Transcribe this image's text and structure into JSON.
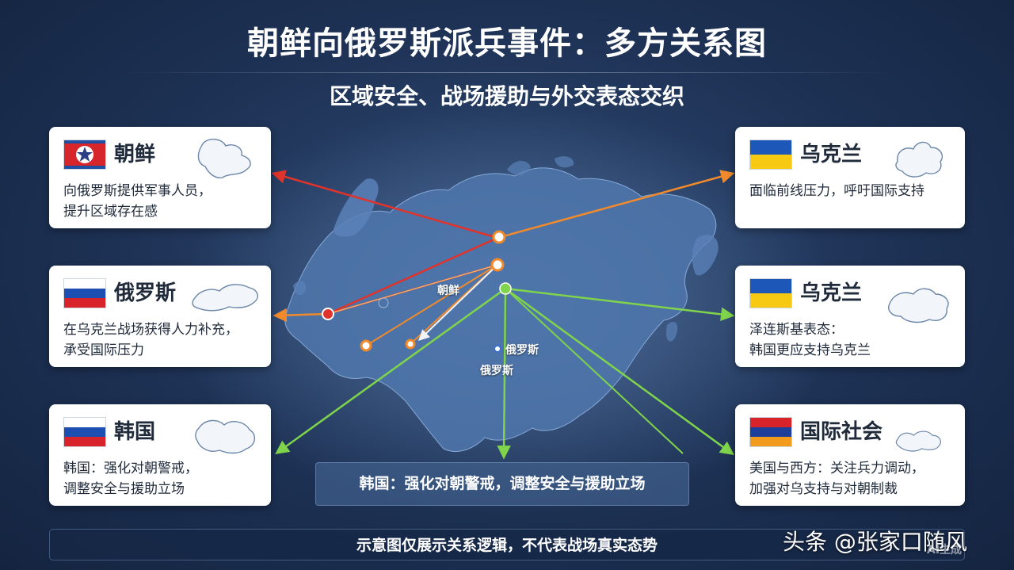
{
  "header": {
    "title": "朝鲜向俄罗斯派兵事件：多方关系图",
    "subtitle": "区域安全、战场援助与外交表态交织"
  },
  "cards_left": [
    {
      "name": "朝鲜",
      "desc_line1": "向俄罗斯提供军事人员，",
      "desc_line2": "提升区域存在感",
      "flag": "north-korea-flag"
    },
    {
      "name": "俄罗斯",
      "desc_line1": "在乌克兰战场获得人力补充，",
      "desc_line2": "承受国际压力",
      "flag": "russia-flag"
    },
    {
      "name": "韩国",
      "desc_line1": "韩国：强化对朝警戒，",
      "desc_line2": "调整安全与援助立场",
      "flag": "russia-flag"
    }
  ],
  "cards_right": [
    {
      "name": "乌克兰",
      "desc_line1": "面临前线压力，呼吁国际支持",
      "desc_line2": "",
      "flag": "ukraine-flag"
    },
    {
      "name": "乌克兰",
      "desc_line1": "泽连斯基表态：",
      "desc_line2": "韩国更应支持乌克兰",
      "flag": "ukraine-flag"
    },
    {
      "name": "国际社会",
      "desc_line1": "美国与西方：关注兵力调动，",
      "desc_line2": "加强对乌支持与对朝制裁",
      "flag": "armenia-style-flag"
    }
  ],
  "map_labels": {
    "label_a": "朝鲜",
    "label_b": "俄罗斯",
    "label_c": "俄罗斯"
  },
  "center_box": {
    "text": "韩国：强化对朝警戒，调整安全与援助立场"
  },
  "footer": {
    "note": "示意图仅展示关系逻辑，不代表战场真实态势"
  },
  "watermark": {
    "text": "头条 @张家口随风",
    "extra": "AI生成"
  },
  "colors": {
    "red_arrow": "#e0332c",
    "orange_arrow": "#f08a2c",
    "green_arrow": "#7fd44c",
    "white_arrow": "#f2f4f8",
    "map_land": "#4f77ad"
  }
}
